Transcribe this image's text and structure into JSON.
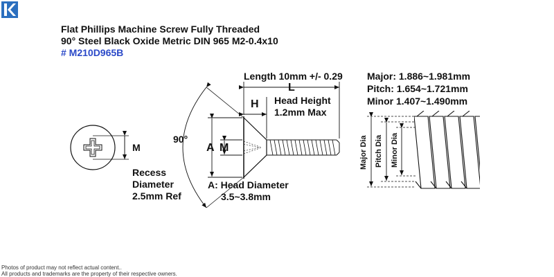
{
  "colors": {
    "brand": "#2b6fbf",
    "part_number": "#2b49c8",
    "line": "#111111"
  },
  "icons": {
    "logo": "kinsmen-k-logo"
  },
  "header": {
    "line1": "Flat Phillips Machine Screw Fully Threaded",
    "line2": "90° Steel Black Oxide Metric DIN 965 M2-0.4x10",
    "part_number": "# M210D965B"
  },
  "dimensions": {
    "length": "Length 10mm +/- 0.29",
    "length_symbol": "L",
    "head_height_symbol": "H",
    "head_height_title": "Head Height",
    "head_height_value": "1.2mm Max",
    "angle": "90°",
    "head_diameter_symbol": "A",
    "thread_symbol_side": "M",
    "thread_symbol_head": "M",
    "head_diameter_title": "A: Head Diameter",
    "head_diameter_value": "3.5~3.8mm",
    "recess_line1": "Recess",
    "recess_line2": "Diameter",
    "recess_line3": "2.5mm Ref"
  },
  "thread": {
    "major": "Major: 1.886~1.981mm",
    "pitch": "Pitch: 1.654~1.721mm",
    "minor": "Minor 1.407~1.490mm",
    "major_dia": "Major Dia",
    "pitch_dia": "Pitch Dia",
    "minor_dia": "Minor Dia"
  },
  "footer": {
    "line1": "Photos of product may not reflect actual content..",
    "line2": "All products and trademarks are the property of their respective owners."
  }
}
